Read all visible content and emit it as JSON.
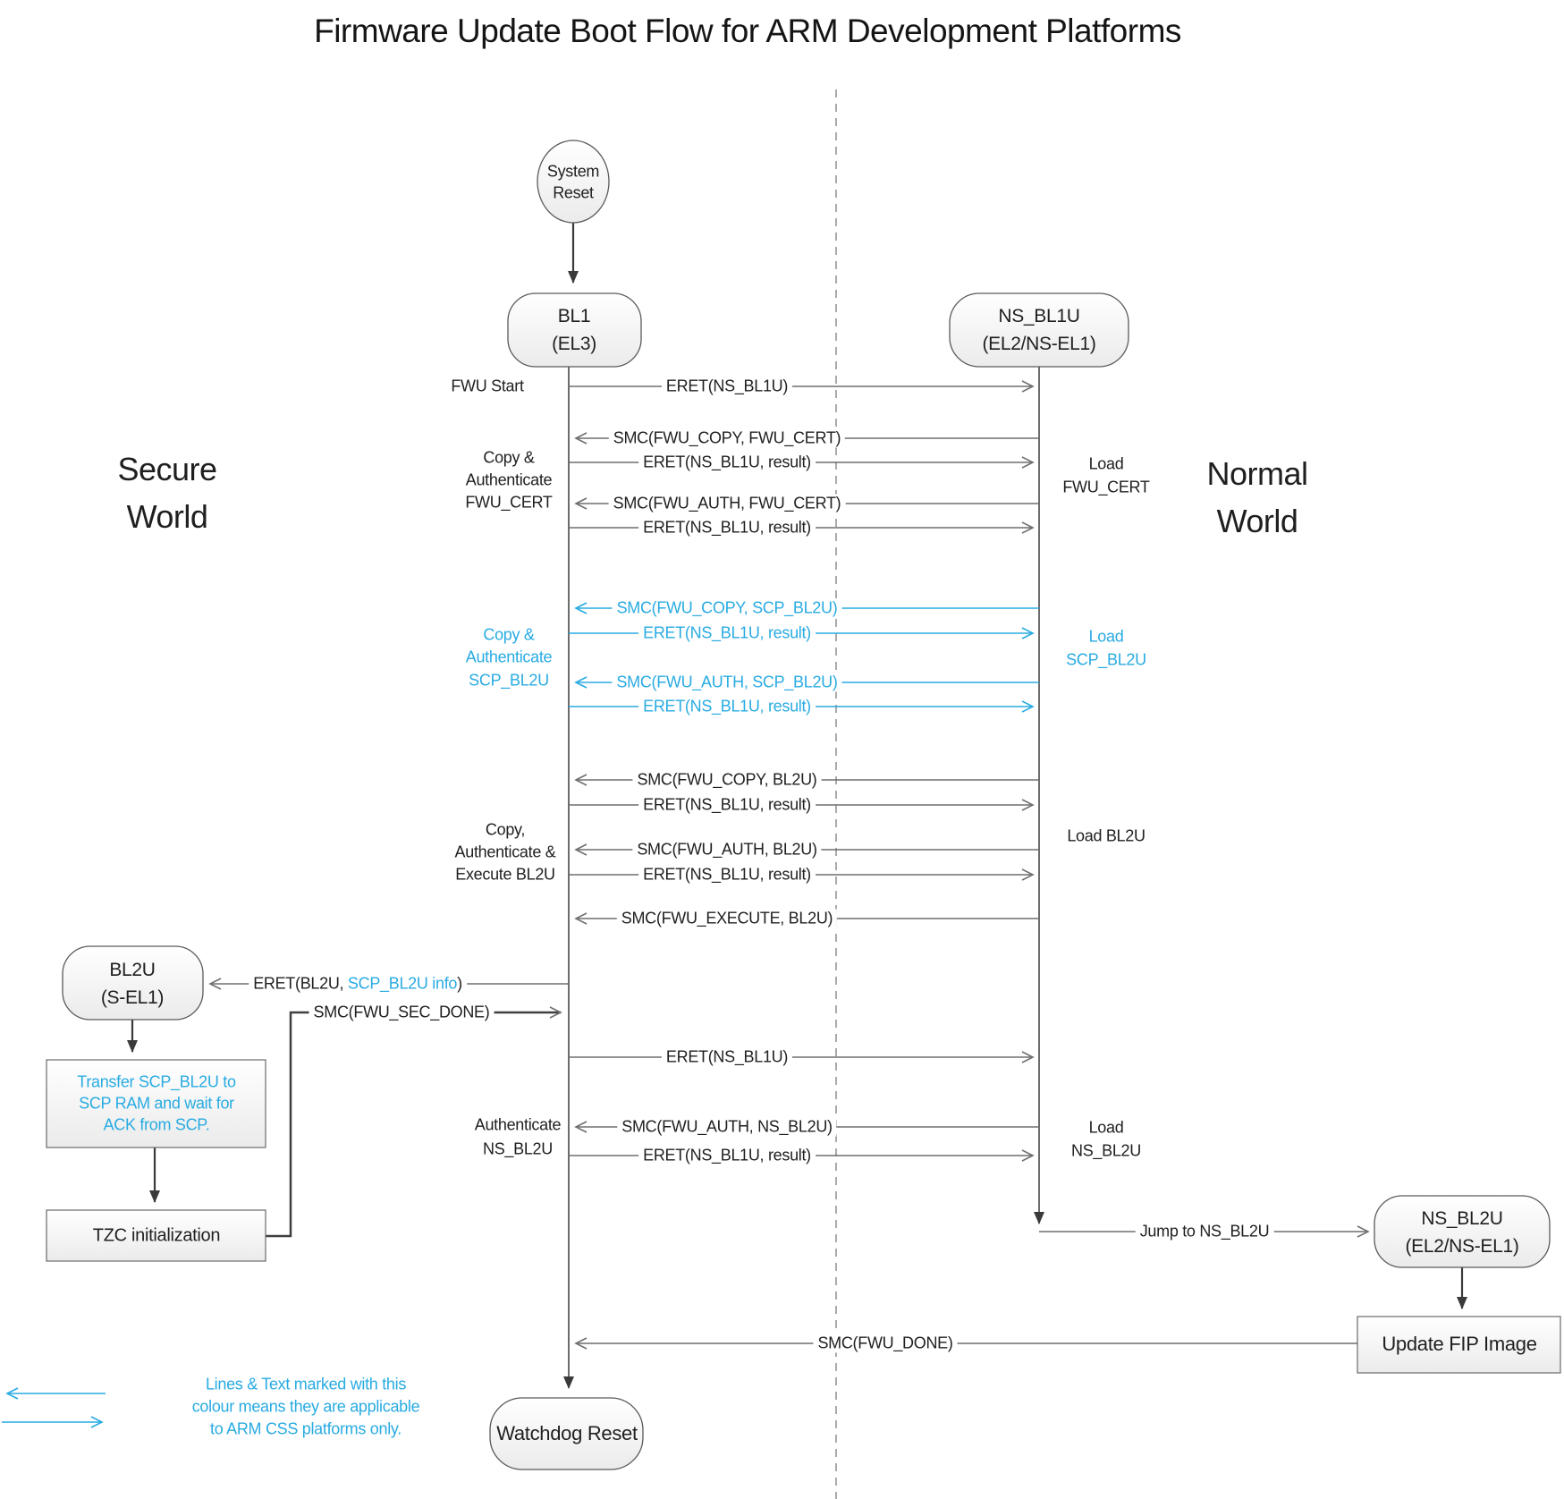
{
  "title": "Firmware Update Boot Flow for ARM Development Platforms",
  "colors": {
    "css_blue": "#29ABE2"
  },
  "worlds": {
    "secure_line1": "Secure",
    "secure_line2": "World",
    "normal_line1": "Normal",
    "normal_line2": "World"
  },
  "nodes": {
    "system_reset": {
      "line1": "System",
      "line2": "Reset"
    },
    "bl1": {
      "line1": "BL1",
      "line2": "(EL3)"
    },
    "ns_bl1u": {
      "line1": "NS_BL1U",
      "line2": "(EL2/NS-EL1)"
    },
    "bl2u": {
      "line1": "BL2U",
      "line2": "(S-EL1)"
    },
    "transfer_scp_bl2u": {
      "line1": "Transfer SCP_BL2U to",
      "line2": "SCP RAM and wait for",
      "line3": "ACK from SCP."
    },
    "tzc_init": {
      "label": "TZC initialization"
    },
    "ns_bl2u": {
      "line1": "NS_BL2U",
      "line2": "(EL2/NS-EL1)"
    },
    "update_fip": {
      "label": "Update FIP Image"
    },
    "watchdog_reset": {
      "label": "Watchdog Reset"
    }
  },
  "messages": {
    "eret_ns_bl1u_start": "ERET(NS_BL1U)",
    "smc_fwu_copy_fwu_cert": "SMC(FWU_COPY, FWU_CERT)",
    "eret_result_1": "ERET(NS_BL1U, result)",
    "smc_fwu_auth_fwu_cert": "SMC(FWU_AUTH, FWU_CERT)",
    "eret_result_2": "ERET(NS_BL1U, result)",
    "smc_fwu_copy_scp_bl2u": "SMC(FWU_COPY, SCP_BL2U)",
    "eret_result_3": "ERET(NS_BL1U, result)",
    "smc_fwu_auth_scp_bl2u": "SMC(FWU_AUTH, SCP_BL2U)",
    "eret_result_4": "ERET(NS_BL1U, result)",
    "smc_fwu_copy_bl2u": "SMC(FWU_COPY, BL2U)",
    "eret_result_5": "ERET(NS_BL1U, result)",
    "smc_fwu_auth_bl2u": "SMC(FWU_AUTH, BL2U)",
    "eret_result_6": "ERET(NS_BL1U, result)",
    "smc_fwu_execute_bl2u": "SMC(FWU_EXECUTE, BL2U)",
    "eret_bl2u": {
      "prefix": "ERET(BL2U, ",
      "highlight": "SCP_BL2U info",
      "suffix": ")"
    },
    "smc_fwu_sec_done": "SMC(FWU_SEC_DONE)",
    "eret_ns_bl1u_2": "ERET(NS_BL1U)",
    "smc_fwu_auth_ns_bl2u": "SMC(FWU_AUTH, NS_BL2U)",
    "eret_result_7": "ERET(NS_BL1U, result)",
    "jump_to_ns_bl2u": "Jump to NS_BL2U",
    "smc_fwu_done": "SMC(FWU_DONE)"
  },
  "annotations": {
    "fwu_start": "FWU Start",
    "copy_auth_fwu_cert": {
      "line1": "Copy &",
      "line2": "Authenticate",
      "line3": "FWU_CERT"
    },
    "copy_auth_scp_bl2u": {
      "line1": "Copy &",
      "line2": "Authenticate",
      "line3": "SCP_BL2U"
    },
    "copy_auth_exec_bl2u": {
      "line1": "Copy,",
      "line2": "Authenticate &",
      "line3": "Execute BL2U"
    },
    "auth_ns_bl2u": {
      "line1": "Authenticate",
      "line2": "NS_BL2U"
    },
    "load_fwu_cert": {
      "line1": "Load",
      "line2": "FWU_CERT"
    },
    "load_scp_bl2u": {
      "line1": "Load",
      "line2": "SCP_BL2U"
    },
    "load_bl2u": "Load BL2U",
    "load_ns_bl2u": {
      "line1": "Load",
      "line2": "NS_BL2U"
    }
  },
  "legend": {
    "line1": "Lines & Text marked with this",
    "line2": "colour means they are applicable",
    "line3": "to ARM CSS platforms only."
  }
}
